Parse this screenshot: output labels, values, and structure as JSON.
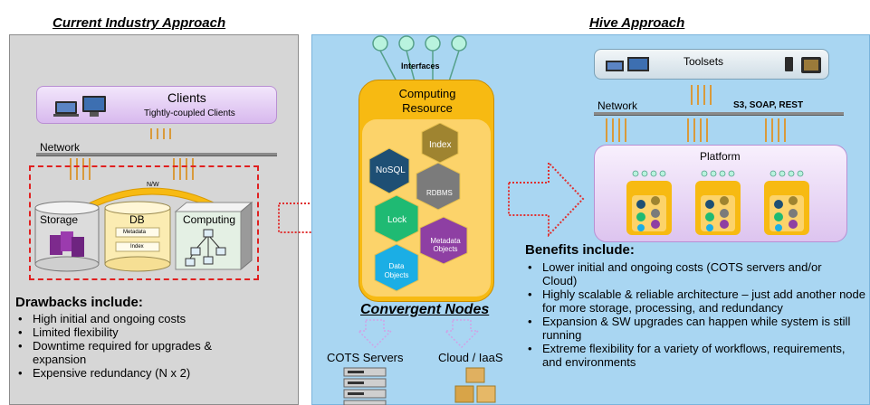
{
  "headers": {
    "left": "Current Industry Approach",
    "right": "Hive Approach"
  },
  "left": {
    "clients_title": "Clients",
    "clients_subtitle": "Tightly-coupled Clients",
    "network_label": "Network",
    "bridge_label": "N/W",
    "storage_label": "Storage",
    "db_label": "DB",
    "db_item_1": "Metadata",
    "db_item_2": "Index",
    "computing_label": "Computing",
    "drawbacks_title": "Drawbacks include:",
    "drawbacks": [
      "High initial and ongoing costs",
      "Limited flexibility",
      "Downtime required for upgrades & expansion",
      "Expensive redundancy (N x 2)"
    ]
  },
  "middle": {
    "interfaces_label": "Interfaces",
    "computing_resource": "Computing Resource",
    "hex": {
      "index": "Index",
      "nosql": "NoSQL",
      "rdbms": "RDBMS",
      "lock": "Lock",
      "metadata_objects": "Metadata Objects",
      "data_objects": "Data Objects"
    },
    "convergent_nodes": "Convergent Nodes",
    "cots_servers": "COTS Servers",
    "cloud_iaas": "Cloud / IaaS"
  },
  "right": {
    "toolsets_label": "Toolsets",
    "network_label": "Network",
    "protocols": "S3, SOAP, REST",
    "platform_label": "Platform",
    "benefits_title": "Benefits include:",
    "benefits": [
      "Lower initial and ongoing costs (COTS servers and/or Cloud)",
      "Highly scalable & reliable architecture – just add another node for more storage, processing, and redundancy",
      "Expansion & SW upgrades can happen while system is still running",
      "Extreme flexibility for a variety of workflows, requirements, and environments"
    ]
  },
  "colors": {
    "left_panel": "#d6d6d6",
    "right_panel": "#a9d6f2",
    "compute_orange": "#f7ba12",
    "dashed_red": "#e02020",
    "hex_navy": "#1e4f74",
    "hex_olive": "#9f8430",
    "hex_gray": "#7b7b7b",
    "hex_green": "#1fba73",
    "hex_purple": "#8e3fa3",
    "hex_cyan": "#1baee5"
  }
}
